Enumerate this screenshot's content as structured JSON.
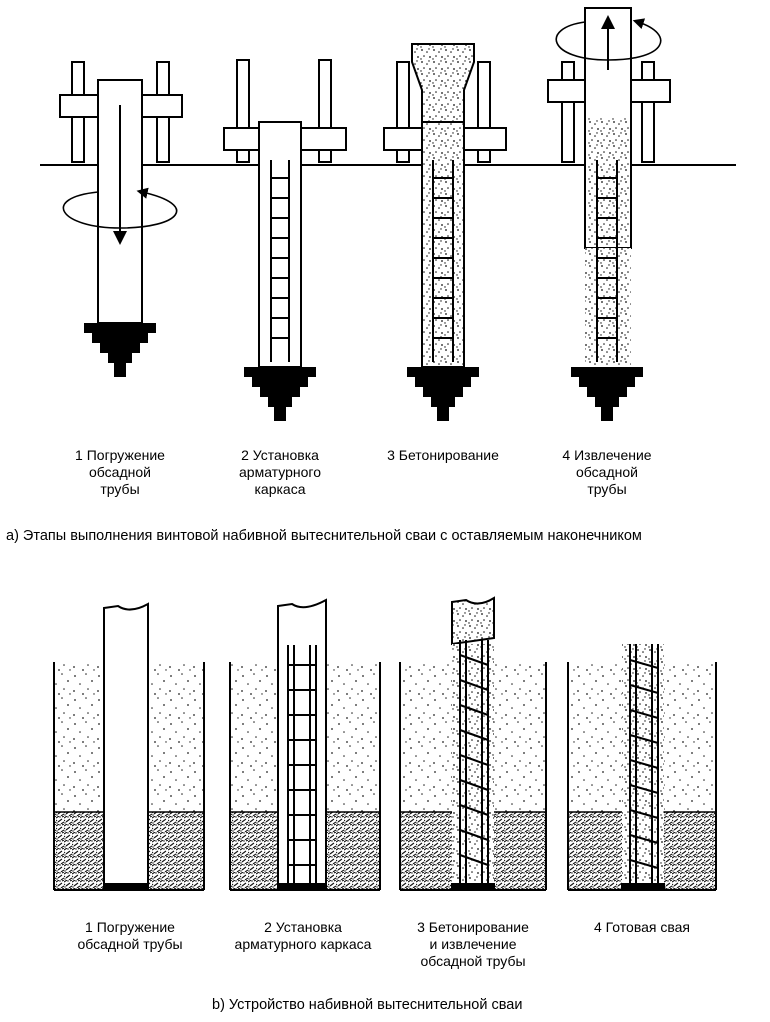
{
  "part_a": {
    "caption": "а)  Этапы выполнения винтовой набивной вытеснительной сваи с оставляемым наконечником",
    "steps": [
      {
        "line1": "1 Погружение",
        "line2": "обсадной",
        "line3": "трубы"
      },
      {
        "line1": "2 Установка",
        "line2": "арматурного",
        "line3": "каркаса"
      },
      {
        "line1": "3 Бетонирование",
        "line2": "",
        "line3": ""
      },
      {
        "line1": "4 Извлечение",
        "line2": "обсадной",
        "line3": "трубы"
      }
    ]
  },
  "part_b": {
    "caption": "b)  Устройство набивной вытеснительной сваи",
    "steps": [
      {
        "line1": "1 Погружение",
        "line2": "обсадной трубы",
        "line3": ""
      },
      {
        "line1": "2 Установка",
        "line2": "арматурного каркаса",
        "line3": ""
      },
      {
        "line1": "3 Бетонирование",
        "line2": "и извлечение",
        "line3": "обсадной трубы"
      },
      {
        "line1": "4 Готовая свая",
        "line2": "",
        "line3": ""
      }
    ]
  },
  "colors": {
    "ink": "#000000",
    "paper": "#ffffff",
    "speckle": "#222222"
  }
}
